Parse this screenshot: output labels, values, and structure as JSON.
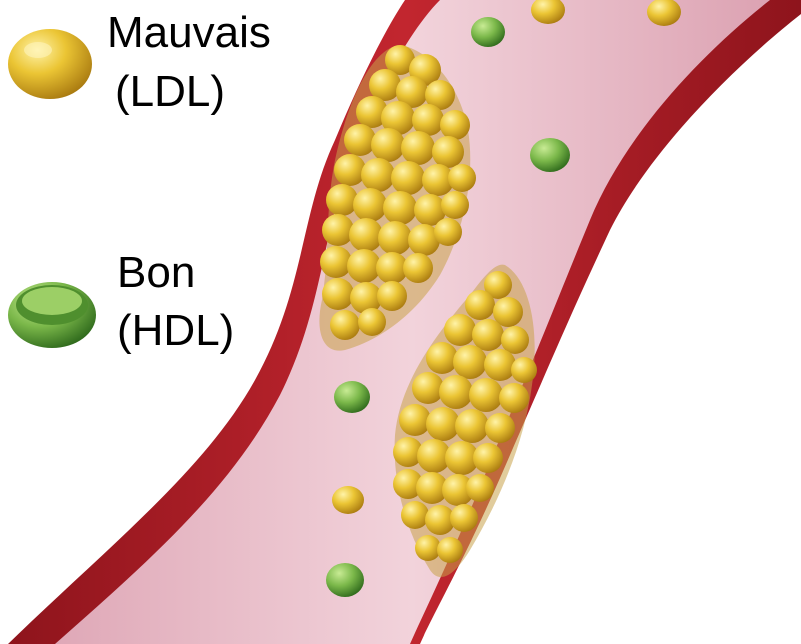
{
  "legend": {
    "ldl": {
      "name": "Mauvais",
      "abbr": "(LDL)",
      "icon": "ldl-particle-icon",
      "color": "#E8C232"
    },
    "hdl": {
      "name": "Bon",
      "abbr": "(HDL)",
      "icon": "hdl-particle-icon",
      "color": "#78B648"
    }
  },
  "colors": {
    "artery_wall": "#B7232B",
    "artery_wall_dark": "#7E1218",
    "artery_lumen": "#ECC7D0",
    "ldl": "#E8C232",
    "ldl_shadow": "#B98A12",
    "hdl": "#78B648",
    "hdl_shadow": "#3E7A24"
  }
}
